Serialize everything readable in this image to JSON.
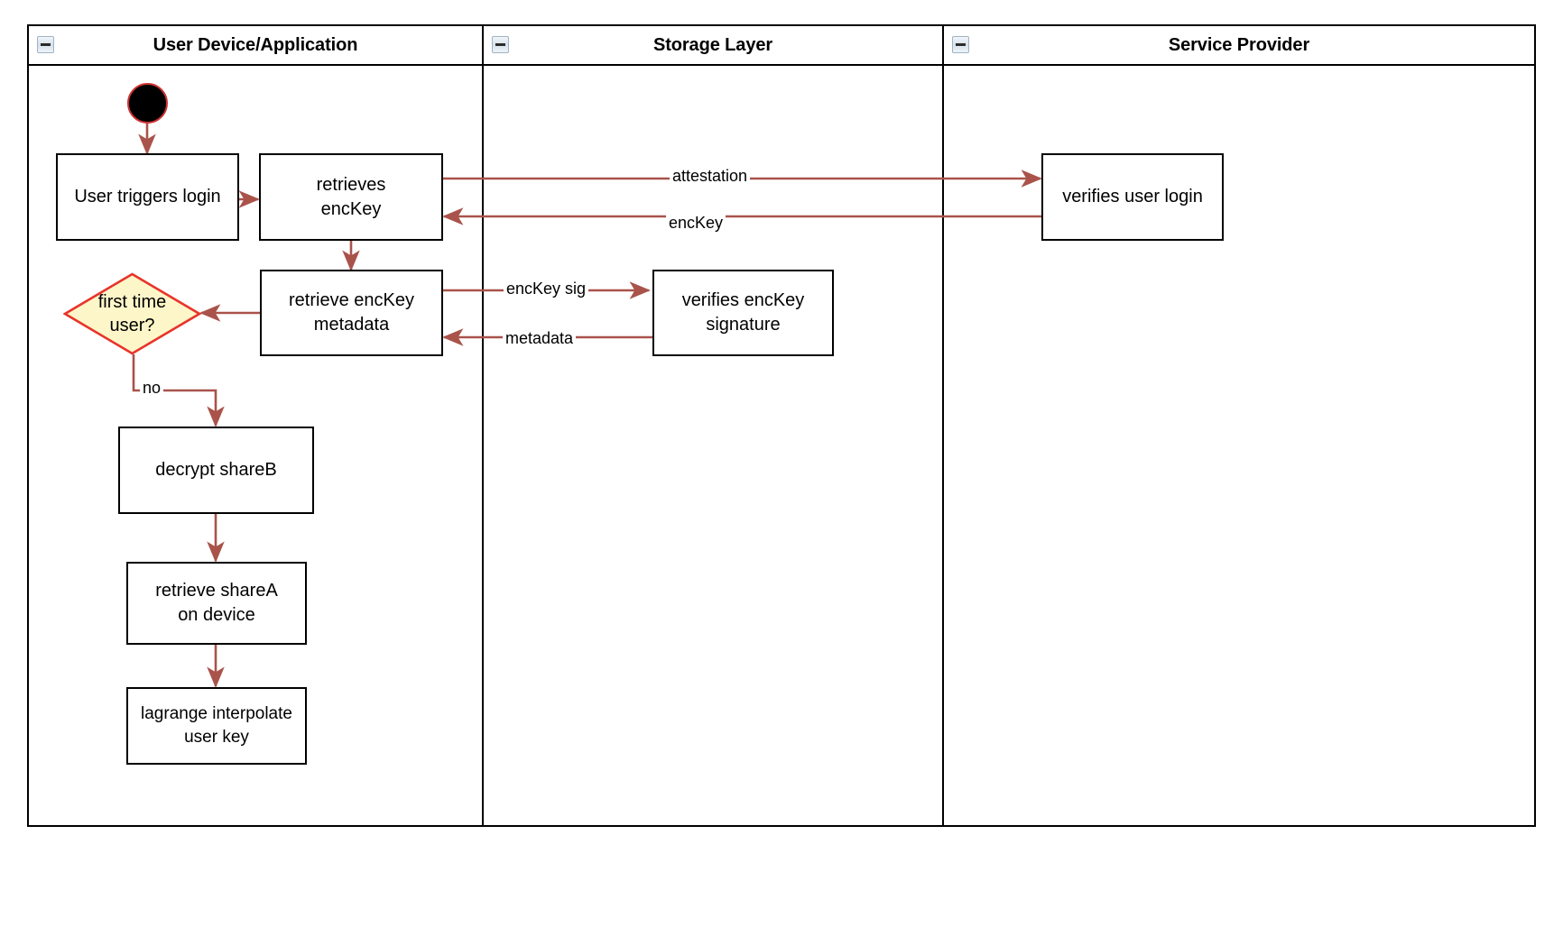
{
  "diagram": {
    "type": "swimlane-activity-diagram",
    "accent_edge_color": "#a9534b",
    "decision_fill": "#fdf6c9",
    "decision_stroke": "#e8342a",
    "node_stroke": "#000000",
    "start_node_stroke": "#cc3333"
  },
  "lanes": [
    {
      "id": "user-device",
      "title": "User Device/Application",
      "collapse_icon": "collapse-minus-icon"
    },
    {
      "id": "storage-layer",
      "title": "Storage Layer",
      "collapse_icon": "collapse-minus-icon"
    },
    {
      "id": "service-provider",
      "title": "Service Provider",
      "collapse_icon": "collapse-minus-icon"
    }
  ],
  "nodes": [
    {
      "id": "start",
      "lane": "user-device",
      "shape": "start-circle",
      "label": ""
    },
    {
      "id": "user-triggers-login",
      "lane": "user-device",
      "shape": "rectangle",
      "label": "User triggers login"
    },
    {
      "id": "retrieves-enckey",
      "lane": "user-device",
      "shape": "rectangle",
      "label": "retrieves\nencKey"
    },
    {
      "id": "retrieve-enckey-metadata",
      "lane": "user-device",
      "shape": "rectangle",
      "label": "retrieve encKey\nmetadata"
    },
    {
      "id": "first-time-user",
      "lane": "user-device",
      "shape": "diamond",
      "label": "first time\nuser?"
    },
    {
      "id": "decrypt-shareb",
      "lane": "user-device",
      "shape": "rectangle",
      "label": "decrypt shareB"
    },
    {
      "id": "retrieve-sharea-on-device",
      "lane": "user-device",
      "shape": "rectangle",
      "label": "retrieve shareA\non device"
    },
    {
      "id": "lagrange-interpolate-user-key",
      "lane": "user-device",
      "shape": "rectangle",
      "label": "lagrange interpolate\nuser key"
    },
    {
      "id": "verifies-enckey-signature",
      "lane": "storage-layer",
      "shape": "rectangle",
      "label": "verifies encKey\nsignature"
    },
    {
      "id": "verifies-user-login",
      "lane": "service-provider",
      "shape": "rectangle",
      "label": "verifies user login"
    }
  ],
  "edges": [
    {
      "id": "start-to-login",
      "from": "start",
      "to": "user-triggers-login",
      "label": ""
    },
    {
      "id": "login-to-retrieves",
      "from": "user-triggers-login",
      "to": "retrieves-enckey",
      "label": ""
    },
    {
      "id": "attestation",
      "from": "retrieves-enckey",
      "to": "verifies-user-login",
      "label": "attestation"
    },
    {
      "id": "enckey-return",
      "from": "verifies-user-login",
      "to": "retrieves-enckey",
      "label": "encKey"
    },
    {
      "id": "retrieves-to-metadata",
      "from": "retrieves-enckey",
      "to": "retrieve-enckey-metadata",
      "label": ""
    },
    {
      "id": "enckey-sig",
      "from": "retrieve-enckey-metadata",
      "to": "verifies-enckey-signature",
      "label": "encKey sig"
    },
    {
      "id": "metadata-return",
      "from": "verifies-enckey-signature",
      "to": "retrieve-enckey-metadata",
      "label": "metadata"
    },
    {
      "id": "metadata-to-decision",
      "from": "retrieve-enckey-metadata",
      "to": "first-time-user",
      "label": ""
    },
    {
      "id": "decision-no",
      "from": "first-time-user",
      "to": "decrypt-shareb",
      "label": "no"
    },
    {
      "id": "decrypt-to-sharea",
      "from": "decrypt-shareb",
      "to": "retrieve-sharea-on-device",
      "label": ""
    },
    {
      "id": "sharea-to-lagrange",
      "from": "retrieve-sharea-on-device",
      "to": "lagrange-interpolate-user-key",
      "label": ""
    }
  ]
}
